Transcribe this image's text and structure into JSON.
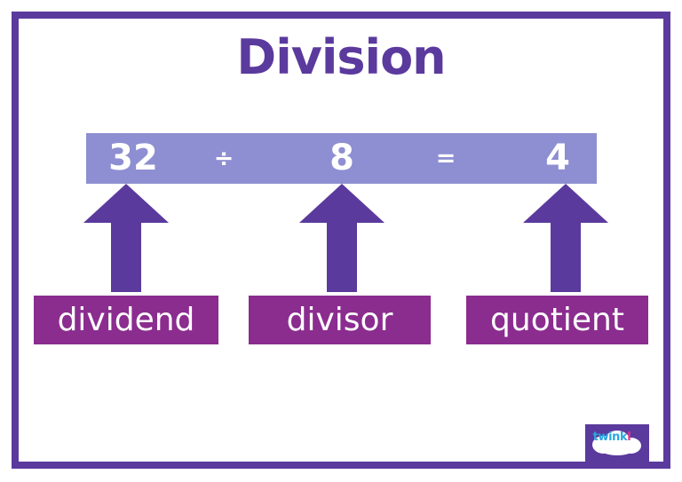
{
  "poster": {
    "title": "Division",
    "frame_color": "#5B3A9E"
  },
  "equation": {
    "bar_color": "#8E8ED2",
    "text_color": "#ffffff",
    "dividend": "32",
    "division_sign": "÷",
    "divisor": "8",
    "equals_sign": "=",
    "quotient": "4",
    "full_text": "32 ÷ 8 = 4"
  },
  "labels": {
    "box_color": "#8B2C8F",
    "dividend": "dividend",
    "divisor": "divisor",
    "quotient": "quotient"
  },
  "arrows": {
    "color": "#5B3A9E",
    "count": 3,
    "direction": "up"
  },
  "logo": {
    "brand": "twink",
    "brand_tail": "l",
    "plate_color": "#5B3A9E",
    "cloud_color": "#ffffff",
    "word_color": "#2AA7DF",
    "tail_color": "#E7308F"
  }
}
